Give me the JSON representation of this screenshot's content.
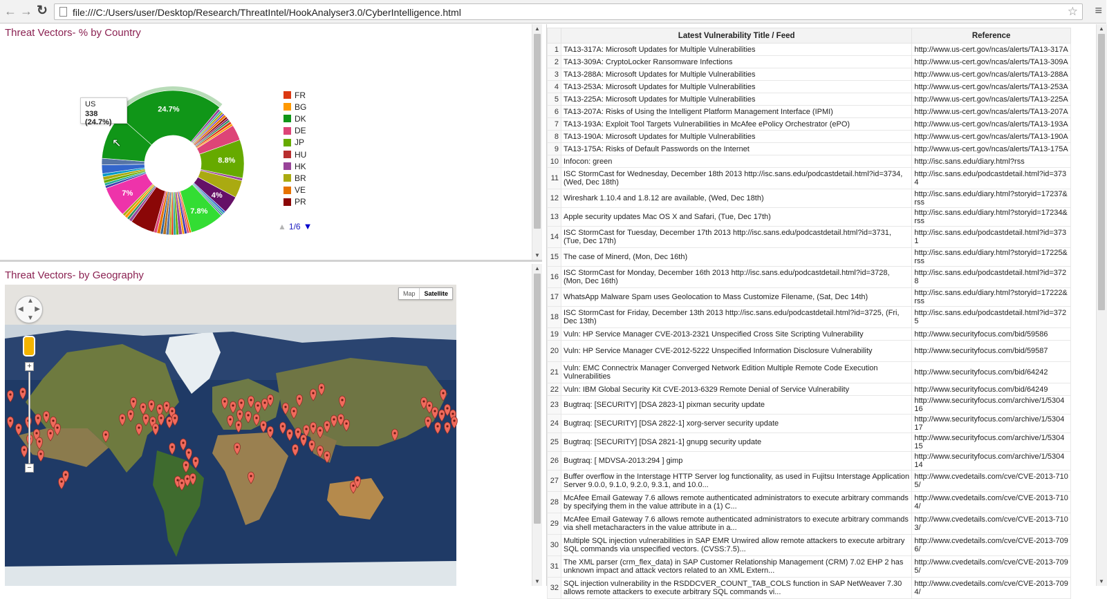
{
  "browser": {
    "url": "file:///C:/Users/user/Desktop/Research/ThreatIntel/HookAnalyser3.0/CyberIntelligence.html",
    "back_icon": "arrow-left-icon",
    "forward_icon": "arrow-right-icon",
    "reload_icon": "reload-icon",
    "star_icon": "star-icon",
    "menu_icon": "hamburger-icon"
  },
  "country_panel": {
    "title": "Threat Vectors- % by Country",
    "tooltip": {
      "label": "US",
      "value": "338 (24.7%)"
    },
    "legend": [
      "FR",
      "BG",
      "DK",
      "DE",
      "JP",
      "HU",
      "HK",
      "BR",
      "VE",
      "PR"
    ],
    "legend_colors": [
      "#dc3912",
      "#ff9900",
      "#109618",
      "#dd4477",
      "#66aa00",
      "#b82e2e",
      "#994499",
      "#aaaa11",
      "#e67300",
      "#8b0707"
    ],
    "pager": "1/6"
  },
  "chart_data": {
    "type": "pie",
    "donut": true,
    "highlighted": "US",
    "slices": [
      {
        "label": "US",
        "value": 24.7,
        "color": "#109618",
        "shown_label": "24.7%"
      },
      {
        "label": "",
        "value": 0.6,
        "color": "#994499"
      },
      {
        "label": "",
        "value": 0.4,
        "color": "#22aa99"
      },
      {
        "label": "",
        "value": 0.5,
        "color": "#aaaa11"
      },
      {
        "label": "",
        "value": 0.4,
        "color": "#6633cc"
      },
      {
        "label": "",
        "value": 0.6,
        "color": "#e67300"
      },
      {
        "label": "",
        "value": 0.5,
        "color": "#8b0707"
      },
      {
        "label": "",
        "value": 0.4,
        "color": "#651067"
      },
      {
        "label": "",
        "value": 0.5,
        "color": "#329262"
      },
      {
        "label": "",
        "value": 0.6,
        "color": "#dc3912"
      },
      {
        "label": "",
        "value": 0.5,
        "color": "#ff9900"
      },
      {
        "label": "",
        "value": 3.6,
        "color": "#dd4477"
      },
      {
        "label": "",
        "value": 8.8,
        "color": "#66aa00",
        "shown_label": "8.8%"
      },
      {
        "label": "",
        "value": 0.6,
        "color": "#994499"
      },
      {
        "label": "",
        "value": 4.0,
        "color": "#aaaa11"
      },
      {
        "label": "",
        "value": 4.0,
        "color": "#651067",
        "shown_label": "4%"
      },
      {
        "label": "",
        "value": 0.5,
        "color": "#3366cc"
      },
      {
        "label": "",
        "value": 0.4,
        "color": "#22aa99"
      },
      {
        "label": "",
        "value": 0.4,
        "color": "#5574a6"
      },
      {
        "label": "",
        "value": 7.8,
        "color": "#33dd33",
        "shown_label": "7.8%"
      },
      {
        "label": "",
        "value": 0.5,
        "color": "#e67300"
      },
      {
        "label": "",
        "value": 0.5,
        "color": "#dd4477"
      },
      {
        "label": "",
        "value": 0.6,
        "color": "#3b3eac"
      },
      {
        "label": "",
        "value": 0.5,
        "color": "#ff9900"
      },
      {
        "label": "",
        "value": 0.8,
        "color": "#994499"
      },
      {
        "label": "",
        "value": 0.6,
        "color": "#66aa00"
      },
      {
        "label": "",
        "value": 0.6,
        "color": "#22aa99"
      },
      {
        "label": "",
        "value": 0.5,
        "color": "#dc3912"
      },
      {
        "label": "",
        "value": 0.5,
        "color": "#aaaa11"
      },
      {
        "label": "",
        "value": 0.7,
        "color": "#5574a6"
      },
      {
        "label": "",
        "value": 0.7,
        "color": "#b77322"
      },
      {
        "label": "",
        "value": 0.6,
        "color": "#316395"
      },
      {
        "label": "",
        "value": 0.8,
        "color": "#e67300"
      },
      {
        "label": "",
        "value": 0.7,
        "color": "#dd4477"
      },
      {
        "label": "",
        "value": 5.6,
        "color": "#8b0707"
      },
      {
        "label": "",
        "value": 0.7,
        "color": "#994499"
      },
      {
        "label": "",
        "value": 0.6,
        "color": "#329262"
      },
      {
        "label": "",
        "value": 0.7,
        "color": "#ff9900"
      },
      {
        "label": "",
        "value": 0.6,
        "color": "#aaaa11"
      },
      {
        "label": "",
        "value": 7.0,
        "color": "#ee33aa",
        "shown_label": "7%"
      },
      {
        "label": "",
        "value": 0.6,
        "color": "#3b3eac"
      },
      {
        "label": "",
        "value": 0.6,
        "color": "#22aa99"
      },
      {
        "label": "",
        "value": 0.7,
        "color": "#66aa00"
      },
      {
        "label": "",
        "value": 0.8,
        "color": "#aaaa11"
      },
      {
        "label": "",
        "value": 0.7,
        "color": "#0099c6"
      },
      {
        "label": "",
        "value": 2.0,
        "color": "#3366cc"
      },
      {
        "label": "",
        "value": 1.5,
        "color": "#5574a6"
      },
      {
        "label": "",
        "value": 10.4,
        "color": "#109618"
      }
    ]
  },
  "geo_panel": {
    "title": "Threat Vectors- by Geography",
    "map_types": [
      "Map",
      "Satellite"
    ],
    "zoom_in": "+",
    "zoom_out": "−"
  },
  "vuln_table": {
    "headers": [
      "",
      "Latest Vulnerability Title / Feed",
      "Reference"
    ],
    "rows": [
      [
        "1",
        "TA13-317A: Microsoft Updates for Multiple Vulnerabilities",
        "http://www.us-cert.gov/ncas/alerts/TA13-317A"
      ],
      [
        "2",
        "TA13-309A: CryptoLocker Ransomware Infections",
        "http://www.us-cert.gov/ncas/alerts/TA13-309A"
      ],
      [
        "3",
        "TA13-288A: Microsoft Updates for Multiple Vulnerabilities",
        "http://www.us-cert.gov/ncas/alerts/TA13-288A"
      ],
      [
        "4",
        "TA13-253A: Microsoft Updates for Multiple Vulnerabilities",
        "http://www.us-cert.gov/ncas/alerts/TA13-253A"
      ],
      [
        "5",
        "TA13-225A: Microsoft Updates for Multiple Vulnerabilities",
        "http://www.us-cert.gov/ncas/alerts/TA13-225A"
      ],
      [
        "6",
        "TA13-207A: Risks of Using the Intelligent Platform Management Interface (IPMI)",
        "http://www.us-cert.gov/ncas/alerts/TA13-207A"
      ],
      [
        "7",
        "TA13-193A: Exploit Tool Targets Vulnerabilities in McAfee ePolicy Orchestrator (ePO)",
        "http://www.us-cert.gov/ncas/alerts/TA13-193A"
      ],
      [
        "8",
        "TA13-190A: Microsoft Updates for Multiple Vulnerabilities",
        "http://www.us-cert.gov/ncas/alerts/TA13-190A"
      ],
      [
        "9",
        "TA13-175A: Risks of Default Passwords on the Internet",
        "http://www.us-cert.gov/ncas/alerts/TA13-175A"
      ],
      [
        "10",
        "Infocon: green",
        "http://isc.sans.edu/diary.html?rss"
      ],
      [
        "11",
        "ISC StormCast for Wednesday, December 18th 2013 http://isc.sans.edu/podcastdetail.html?id=3734, (Wed, Dec 18th)",
        "http://isc.sans.edu/podcastdetail.html?id=3734"
      ],
      [
        "12",
        "Wireshark 1.10.4 and 1.8.12 are available, (Wed, Dec 18th)",
        "http://isc.sans.edu/diary.html?storyid=17237&rss"
      ],
      [
        "13",
        "Apple security updates Mac OS X and Safari, (Tue, Dec 17th)",
        "http://isc.sans.edu/diary.html?storyid=17234&rss"
      ],
      [
        "14",
        "ISC StormCast for Tuesday, December 17th 2013 http://isc.sans.edu/podcastdetail.html?id=3731, (Tue, Dec 17th)",
        "http://isc.sans.edu/podcastdetail.html?id=3731"
      ],
      [
        "15",
        "The case of Minerd, (Mon, Dec 16th)",
        "http://isc.sans.edu/diary.html?storyid=17225&rss"
      ],
      [
        "16",
        "ISC StormCast for Monday, December 16th 2013 http://isc.sans.edu/podcastdetail.html?id=3728, (Mon, Dec 16th)",
        "http://isc.sans.edu/podcastdetail.html?id=3728"
      ],
      [
        "17",
        "WhatsApp Malware Spam uses Geolocation to Mass Customize Filename, (Sat, Dec 14th)",
        "http://isc.sans.edu/diary.html?storyid=17222&rss"
      ],
      [
        "18",
        "ISC StormCast for Friday, December 13th 2013 http://isc.sans.edu/podcastdetail.html?id=3725, (Fri, Dec 13th)",
        "http://isc.sans.edu/podcastdetail.html?id=3725"
      ],
      [
        "19",
        "Vuln: HP Service Manager CVE-2013-2321 Unspecified Cross Site Scripting Vulnerability",
        "http://www.securityfocus.com/bid/59586"
      ],
      [
        "20",
        "Vuln: HP Service Manager CVE-2012-5222 Unspecified Information Disclosure Vulnerability",
        "http://www.securityfocus.com/bid/59587"
      ],
      [
        "21",
        "Vuln: EMC Connectrix Manager Converged Network Edition Multiple Remote Code Execution Vulnerabilities",
        "http://www.securityfocus.com/bid/64242"
      ],
      [
        "22",
        "Vuln: IBM Global Security Kit CVE-2013-6329 Remote Denial of Service Vulnerability",
        "http://www.securityfocus.com/bid/64249"
      ],
      [
        "23",
        "Bugtraq: [SECURITY] [DSA 2823-1] pixman security update",
        "http://www.securityfocus.com/archive/1/530416"
      ],
      [
        "24",
        "Bugtraq: [SECURITY] [DSA 2822-1] xorg-server security update",
        "http://www.securityfocus.com/archive/1/530417"
      ],
      [
        "25",
        "Bugtraq: [SECURITY] [DSA 2821-1] gnupg security update",
        "http://www.securityfocus.com/archive/1/530415"
      ],
      [
        "26",
        "Bugtraq: [ MDVSA-2013:294 ] gimp",
        "http://www.securityfocus.com/archive/1/530414"
      ],
      [
        "27",
        "Buffer overflow in the Interstage HTTP Server log functionality, as used in Fujitsu Interstage Application Server 9.0.0, 9.1.0, 9.2.0, 9.3.1, and 10.0...",
        "http://www.cvedetails.com/cve/CVE-2013-7105/"
      ],
      [
        "28",
        "McAfee Email Gateway 7.6 allows remote authenticated administrators to execute arbitrary commands by specifying them in the value attribute in a (1) C...",
        "http://www.cvedetails.com/cve/CVE-2013-7104/"
      ],
      [
        "29",
        "McAfee Email Gateway 7.6 allows remote authenticated administrators to execute arbitrary commands via shell metacharacters in the value attribute in a...",
        "http://www.cvedetails.com/cve/CVE-2013-7103/"
      ],
      [
        "30",
        "Multiple SQL injection vulnerabilities in SAP EMR Unwired allow remote attackers to execute arbitrary SQL commands via unspecified vectors. (CVSS:7.5)...",
        "http://www.cvedetails.com/cve/CVE-2013-7096/"
      ],
      [
        "31",
        "The XML parser (crm_flex_data) in SAP Customer Relationship Management (CRM) 7.02 EHP 2 has unknown impact and attack vectors related to an XML Extern...",
        "http://www.cvedetails.com/cve/CVE-2013-7095/"
      ],
      [
        "32",
        "SQL injection vulnerability in the RSDDCVER_COUNT_TAB_COLS function in SAP NetWeaver 7.30 allows remote attackers to execute arbitrary SQL commands vi...",
        "http://www.cvedetails.com/cve/CVE-2013-7094/"
      ]
    ]
  }
}
